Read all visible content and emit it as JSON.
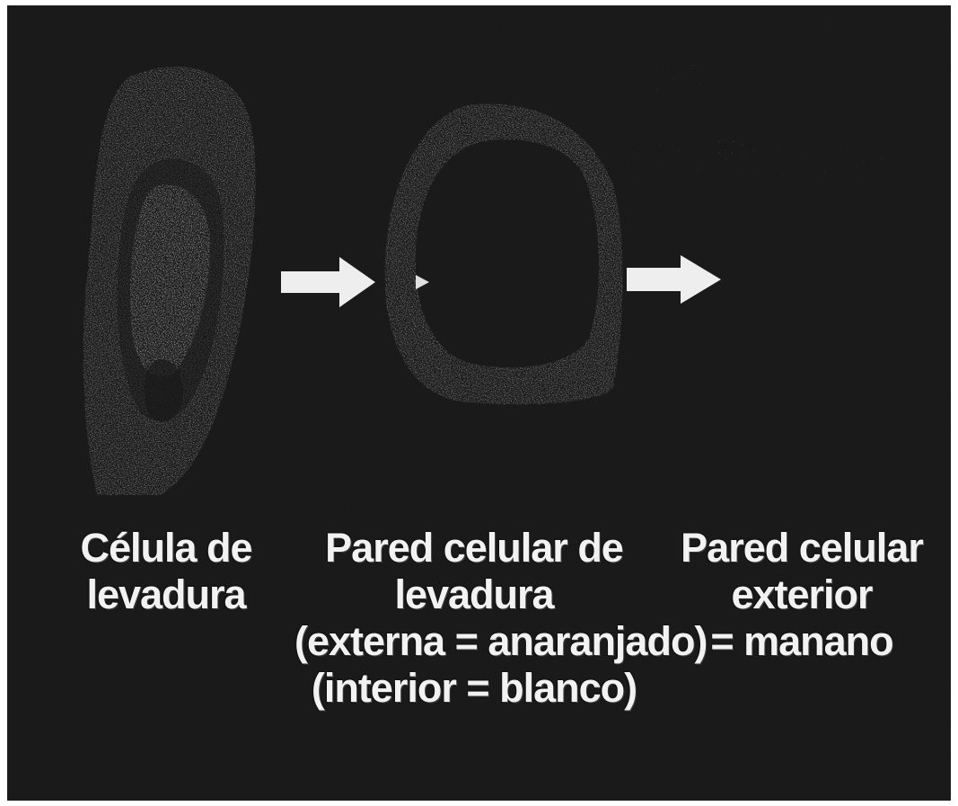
{
  "diagram": {
    "stages": [
      {
        "caption_lines": [
          "Célula de",
          "levadura"
        ]
      },
      {
        "caption_lines": [
          "Pared celular de",
          "levadura",
          "(externa = anaranjado)",
          "(interior = blanco)"
        ]
      },
      {
        "caption_lines": [
          "Pared celular",
          "exterior",
          "= manano"
        ]
      }
    ],
    "colors": {
      "background": "#1a1a1a",
      "cell": "#d9d9d9",
      "arrow": "#eeeeee",
      "text": "#f2f2f2"
    }
  }
}
